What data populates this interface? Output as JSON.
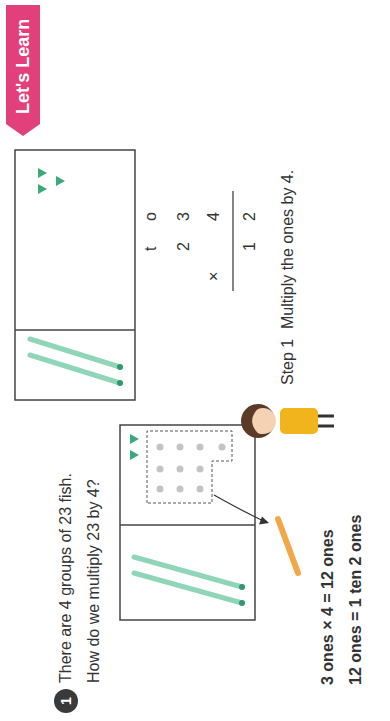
{
  "diagram": {
    "nodes": [
      {
        "text": [
          "Let's Learn"
        ]
      },
      {
        "text": [
          "1"
        ]
      }
    ],
    "labels": [
      "There are 4 groups of 23 fish.",
      "How do we multiply 23 by 4?",
      "3 ones × 4 = 12 ones",
      "12 ones = 1 ten 2 ones",
      "Step 1",
      "Multiply the ones by 4.",
      "t",
      "o",
      "2",
      "3",
      "×",
      "4",
      "1",
      "2"
    ]
  }
}
